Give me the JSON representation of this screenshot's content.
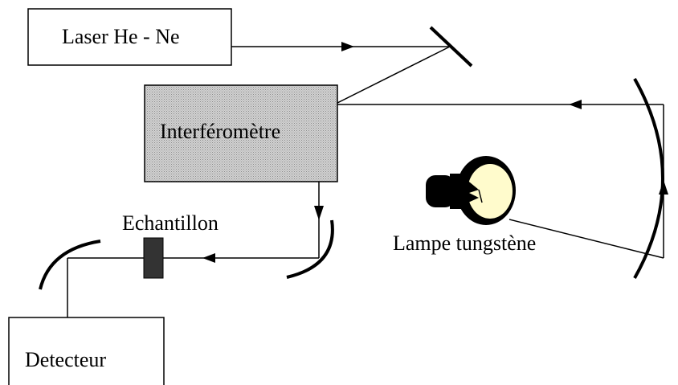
{
  "labels": {
    "laser": "Laser He - Ne",
    "interferometer": "Interféromètre",
    "sample": "Echantillon",
    "lamp": "Lampe tungstène",
    "detector": "Detecteur"
  },
  "colors": {
    "line": "#000000",
    "interferometer_fill": "#c8c8c8",
    "sample_fill": "#333333",
    "lamp_glass": "#fffbcc",
    "lamp_base": "#000000"
  },
  "icons": {
    "flat_mirror": "flat-mirror-icon",
    "lamp": "tungsten-lamp-icon"
  }
}
